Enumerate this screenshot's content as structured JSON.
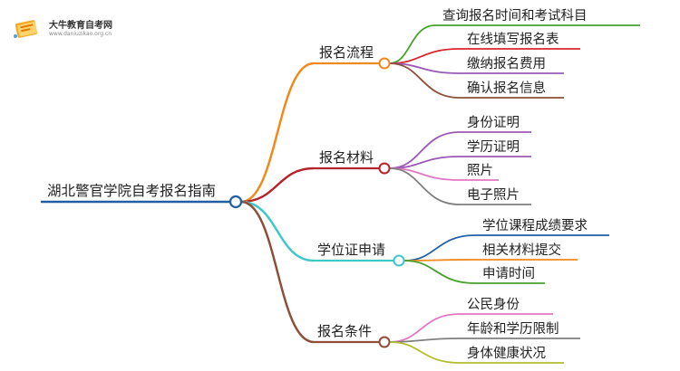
{
  "brand": {
    "name": "大牛教育自考网",
    "url": "www.daniuzikao.org.cn",
    "logo_icon": "books-logo-icon"
  },
  "root": {
    "label": "湖北警官学院自考报名指南",
    "color": "#1f5fa6"
  },
  "branches": [
    {
      "label": "报名流程",
      "color": "#f18a1d",
      "children": [
        {
          "label": "查询报名时间和考试科目",
          "color": "#46a12b"
        },
        {
          "label": "在线填写报名表",
          "color": "#d6262b"
        },
        {
          "label": "缴纳报名费用",
          "color": "#9b59b6"
        },
        {
          "label": "确认报名信息",
          "color": "#8d4f3a"
        }
      ]
    },
    {
      "label": "报名材料",
      "color": "#b5242c",
      "children": [
        {
          "label": "身份证明",
          "color": "#9b59b6"
        },
        {
          "label": "学历证明",
          "color": "#9b59b6"
        },
        {
          "label": "照片",
          "color": "#e377c2"
        },
        {
          "label": "电子照片",
          "color": "#7f7f7f"
        }
      ]
    },
    {
      "label": "学位证申请",
      "color": "#3ec8c8",
      "children": [
        {
          "label": "学位课程成绩要求",
          "color": "#1f5fa6"
        },
        {
          "label": "相关材料提交",
          "color": "#f18a1d"
        },
        {
          "label": "申请时间",
          "color": "#46a12b"
        }
      ]
    },
    {
      "label": "报名条件",
      "color": "#8d4f3a",
      "children": [
        {
          "label": "公民身份",
          "color": "#e377c2"
        },
        {
          "label": "年龄和学历限制",
          "color": "#7f7f7f"
        },
        {
          "label": "身体健康状况",
          "color": "#b5bd2c"
        }
      ]
    }
  ]
}
